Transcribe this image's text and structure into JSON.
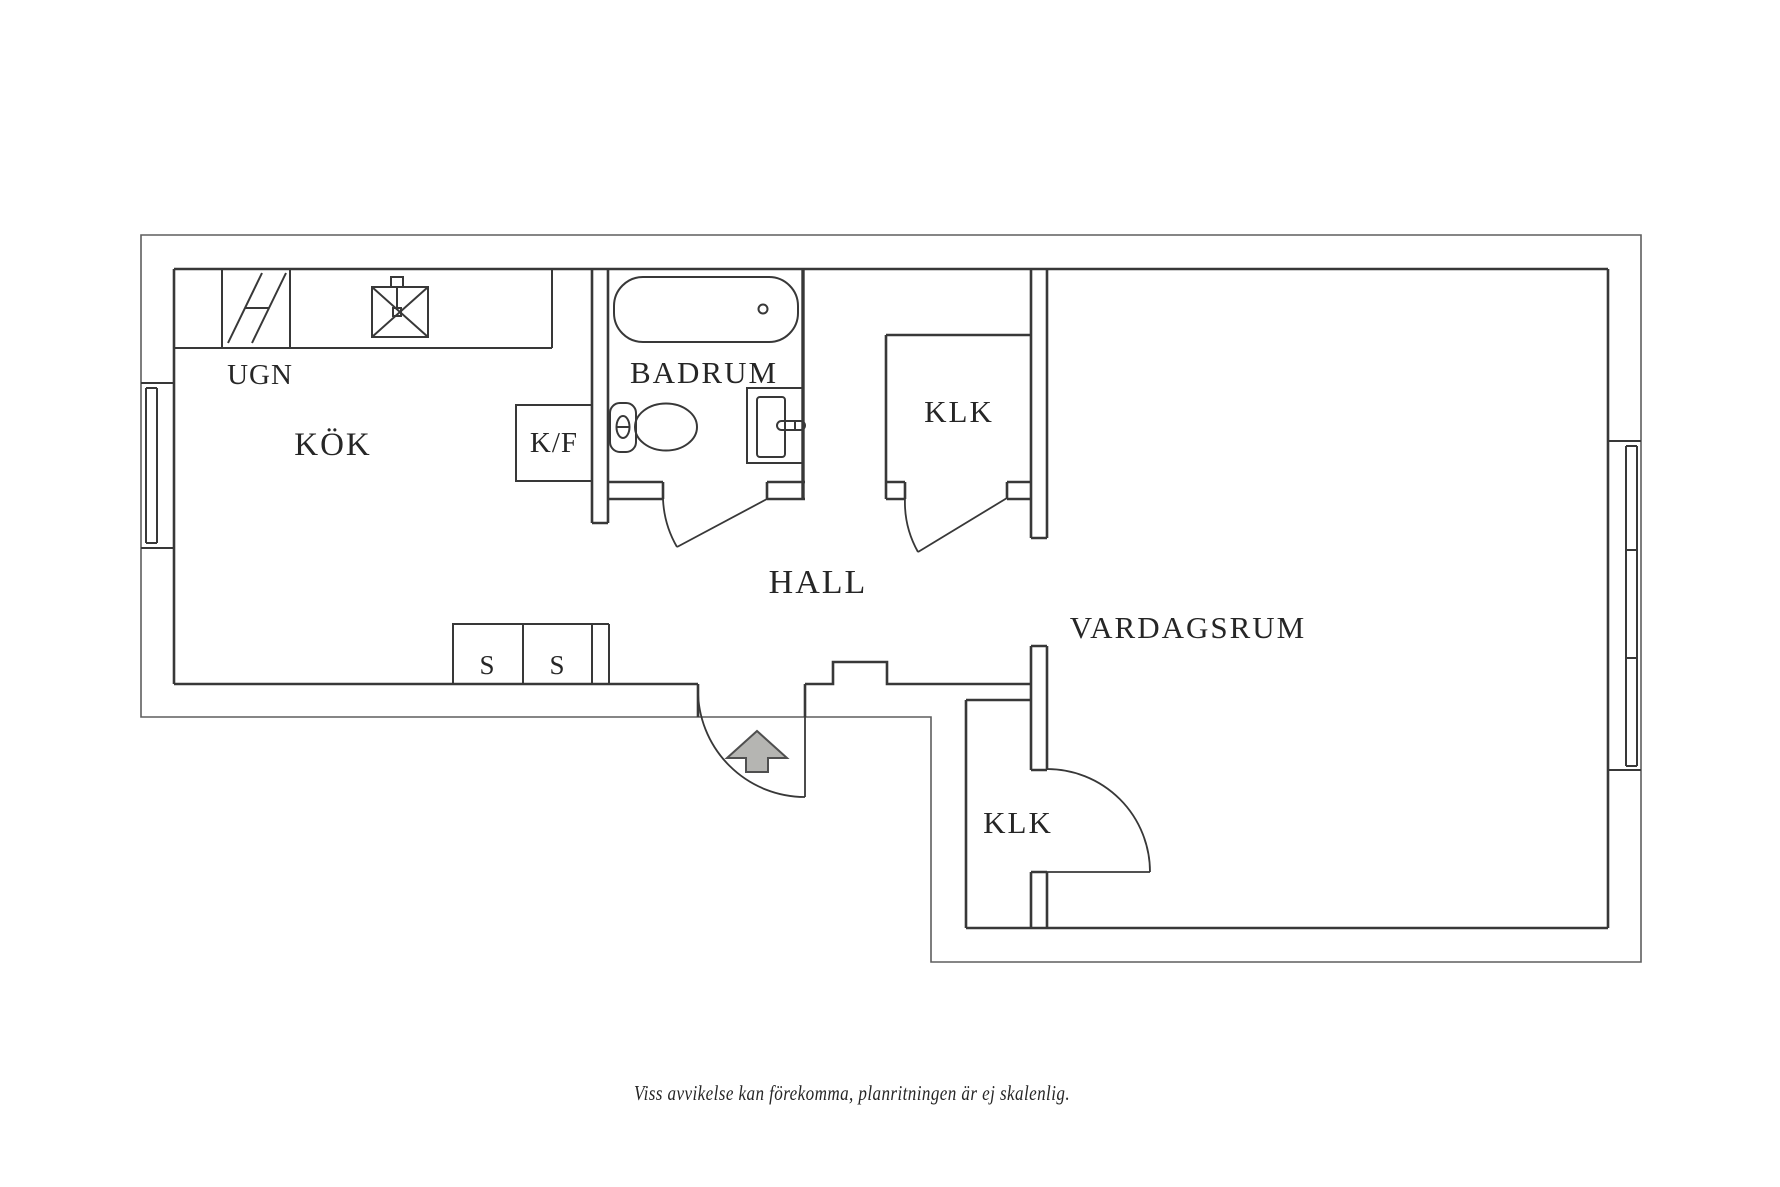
{
  "floorplan": {
    "labels": {
      "oven": "UGN",
      "kitchen": "KÖK",
      "fridge_freezer": "K/F",
      "bathroom": "BADRUM",
      "hall": "HALL",
      "closet_upper": "KLK",
      "closet_lower": "KLK",
      "living_room": "VARDAGSRUM",
      "cabinet_left": "S",
      "cabinet_right": "S"
    },
    "caption": "Viss avvikelse kan förekomma, planritningen är ej skalenlig.",
    "colors": {
      "background": "#ffffff",
      "wall_line": "#383838",
      "outer_line": "#5e5e5e",
      "text": "#262626",
      "arrow_fill": "#b5b5b2",
      "arrow_stroke": "#4f4f4f"
    }
  }
}
